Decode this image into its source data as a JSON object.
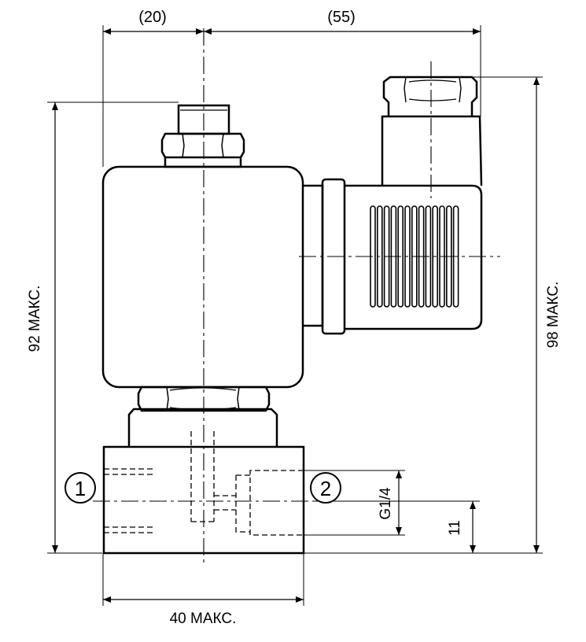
{
  "dimensions": {
    "top_left": "(20)",
    "top_right": "(55)",
    "left_height": "92 МАКС.",
    "right_height": "98 МАКС.",
    "bottom_width": "40 МАКС.",
    "thread": "G1/4",
    "port_height": "11"
  },
  "ports": {
    "inlet": "1",
    "outlet": "2"
  }
}
